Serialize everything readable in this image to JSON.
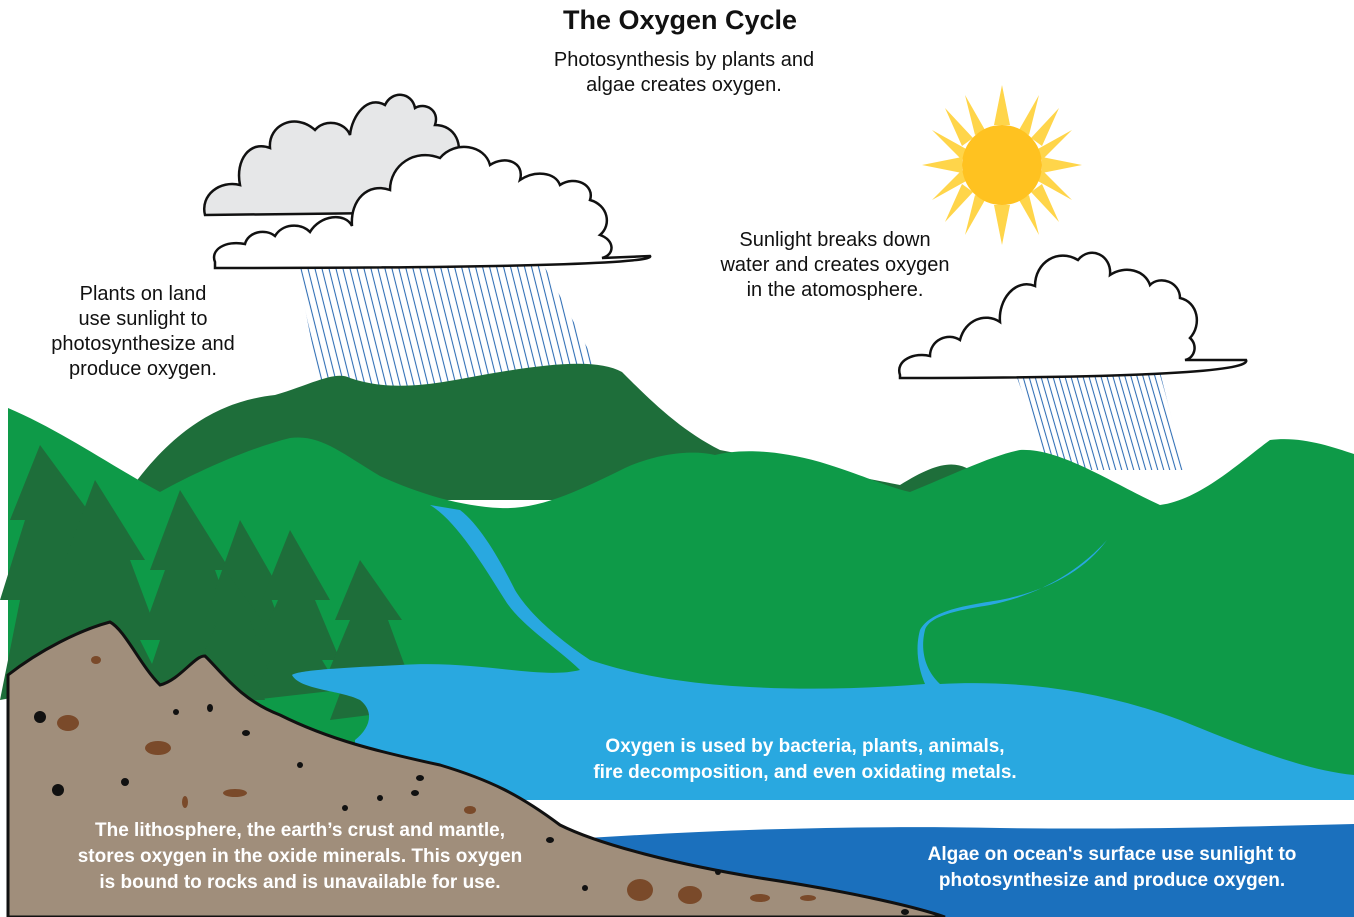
{
  "diagram": {
    "title": "The Oxygen Cycle",
    "labels": {
      "photosynthesis": [
        "Photosynthesis by plants and",
        "algae creates oxygen."
      ],
      "sunlight": [
        "Sunlight breaks down",
        "water and creates oxygen",
        "in the atomosphere."
      ],
      "plants_land": [
        "Plants on land",
        "use sunlight to",
        "photosynthesize and",
        "produce oxygen."
      ],
      "usage": [
        "Oxygen is used by bacteria, plants, animals,",
        "fire decomposition, and even oxidating metals."
      ],
      "lithosphere": [
        "The lithosphere, the earth’s crust and mantle,",
        "stores oxygen in the oxide minerals. This oxygen",
        "is bound to rocks and is unavailable for use."
      ],
      "algae": [
        "Algae on ocean's surface use sunlight to",
        "photosynthesize and produce oxygen."
      ]
    },
    "colors": {
      "sun": "#FFC220",
      "sun_rays": "#FFD54A",
      "hill_dark": "#1E6E3A",
      "hill_light": "#0E9A48",
      "forest": "#1E6E3A",
      "water_light": "#29A8E0",
      "water_deep": "#1B70BD",
      "rock": "#A08E7B",
      "rain": "#2E6DB4",
      "cloud_back": "#E6E7E8"
    }
  }
}
